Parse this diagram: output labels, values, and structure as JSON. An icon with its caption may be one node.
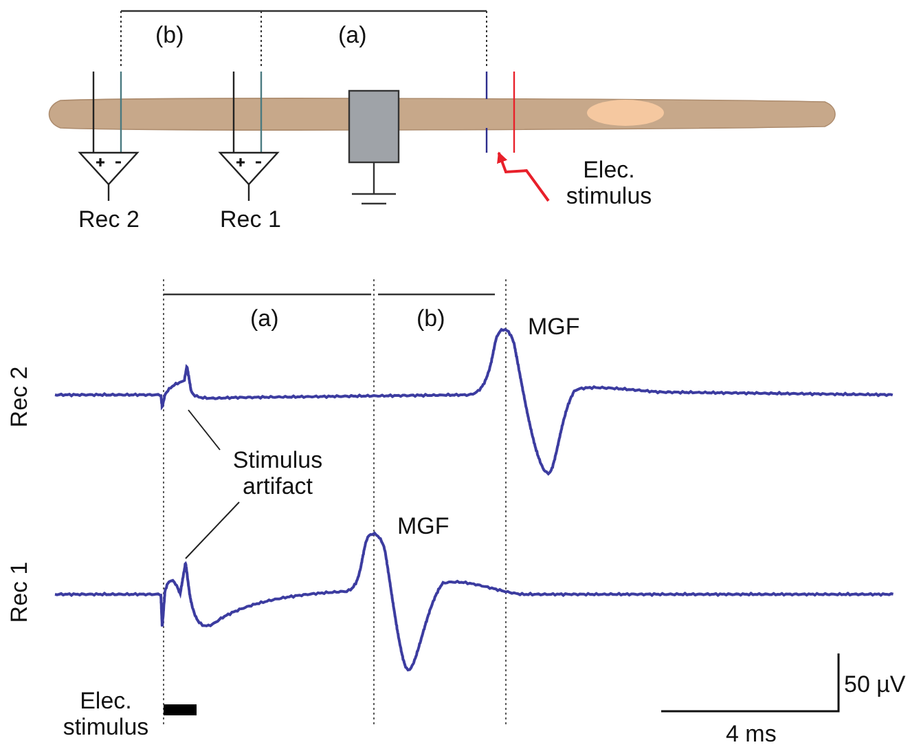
{
  "diagram": {
    "nodes": [
      {
        "text": [],
        "shape": "picture"
      },
      {
        "text": [
          "Elec. stimulus"
        ]
      },
      {
        "text": [
          "Stimulus artifact"
        ]
      }
    ],
    "edges": [
      {
        "from": 1,
        "to": 0,
        "arrow": "to",
        "color": "#e8202a"
      },
      {
        "from": 2,
        "to": null,
        "arrow": "none"
      },
      {
        "from": 2,
        "to": null,
        "arrow": "none"
      }
    ],
    "labels": [
      "(b)",
      "(a)",
      "Rec 2",
      "Rec 1",
      "(a)",
      "(b)",
      "MGF",
      "Rec 2",
      "MGF",
      "Rec 1",
      "50 µV",
      "Elec. stimulus",
      "4 ms"
    ]
  }
}
